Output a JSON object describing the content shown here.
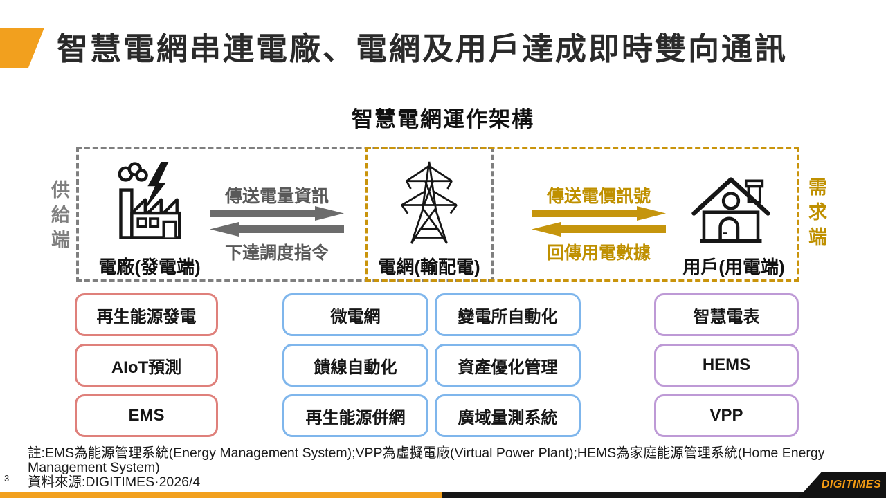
{
  "colors": {
    "accent": "#F2A01E",
    "gray_dash": "#7F7F7F",
    "gold_dash": "#C9940C",
    "gray_arrow": "#6C6C6C",
    "gold_arrow": "#C5950D",
    "plant_box_border": "#DF807B",
    "grid_box_border": "#7FB6EC",
    "user_box_border": "#BE9AD6"
  },
  "header": {
    "title": "智慧電網串連電廠、電網及用戶達成即時雙向通訊"
  },
  "diagram": {
    "title": "智慧電網運作架構",
    "supply_side_label": "供給端",
    "demand_side_label": "需求端",
    "plant": {
      "label": "電廠(發電端)"
    },
    "grid": {
      "label": "電網(輸配電)"
    },
    "user": {
      "label": "用戶(用電端)"
    },
    "plant_grid_flow": {
      "forward": "傳送電量資訊",
      "backward": "下達調度指令"
    },
    "grid_user_flow": {
      "forward": "傳送電價訊號",
      "backward": "回傳用電數據"
    }
  },
  "capabilities": {
    "plant": [
      "再生能源發電",
      "AIoT預測",
      "EMS"
    ],
    "grid_col1": [
      "微電網",
      "饋線自動化",
      "再生能源併網"
    ],
    "grid_col2": [
      "變電所自動化",
      "資產優化管理",
      "廣域量測系統"
    ],
    "user": [
      "智慧電表",
      "HEMS",
      "VPP"
    ]
  },
  "footer": {
    "note": "註:EMS為能源管理系統(Energy Management System);VPP為虛擬電廠(Virtual Power Plant);HEMS為家庭能源管理系統(Home Energy Management System)",
    "source": "資料來源:DIGITIMES·2026/4",
    "page_number": "3",
    "logo_text": "DIGITIMES"
  }
}
